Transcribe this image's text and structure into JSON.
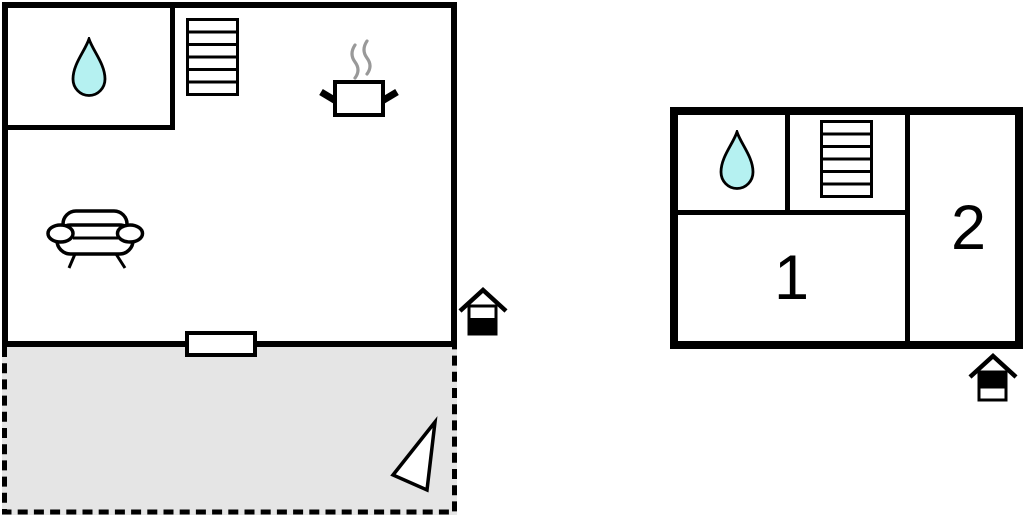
{
  "colors": {
    "wall": "#000000",
    "water_drop_fill": "#b5f1f1",
    "terrace_fill": "#e5e5e5",
    "steam": "#999999",
    "background": "#ffffff"
  },
  "ground_floor_plan": {
    "rooms": {
      "bathroom": {
        "icon": "water-drop-icon"
      },
      "main_room": {
        "icons": [
          "staircase-icon",
          "cooking-pot-icon",
          "sofa-icon"
        ]
      }
    },
    "door": {
      "icon": "door-opening"
    },
    "entrance": {
      "icon": "entrance-house-icon",
      "marker_fill": "bottom"
    },
    "terrace": {
      "border_style": "dashed",
      "icon": "north-arrow-triangle-icon"
    }
  },
  "upper_floor_plan": {
    "rooms": {
      "bathroom": {
        "icon": "water-drop-icon"
      },
      "stair_hall": {
        "icon": "staircase-icon"
      },
      "room_1": {
        "label": "1"
      },
      "room_2": {
        "label": "2"
      }
    },
    "entrance": {
      "icon": "entrance-house-icon",
      "marker_fill": "top"
    }
  }
}
